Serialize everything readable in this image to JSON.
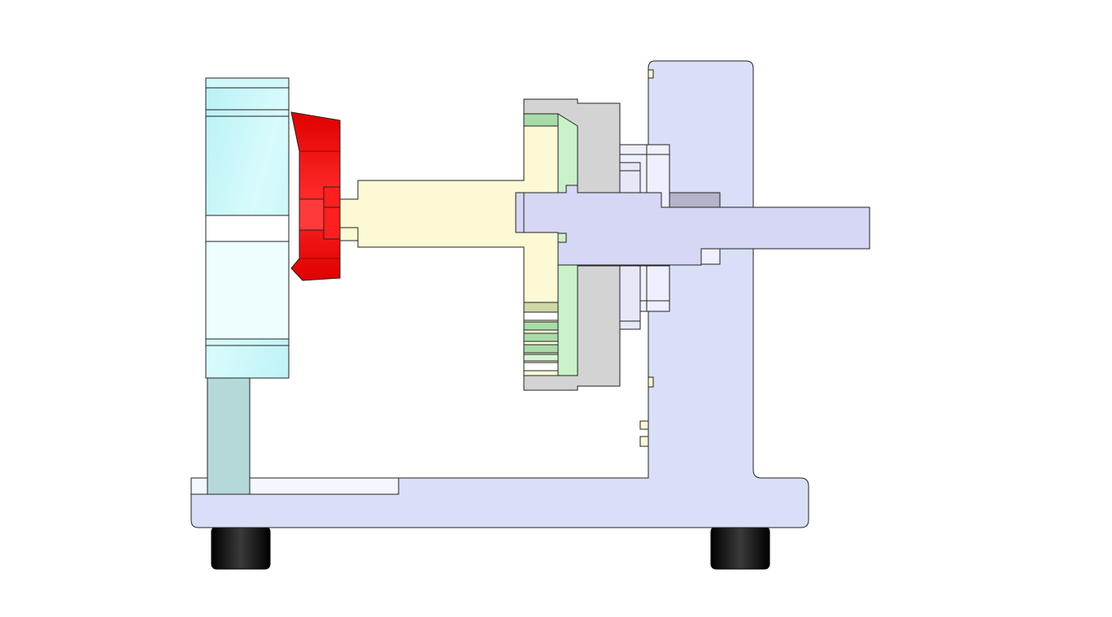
{
  "diagram": {
    "type": "cad-section-view",
    "background": "#ffffff",
    "colors": {
      "base": "#d9dff7",
      "column": "#d9dff7",
      "shaft": "#d6d6f5",
      "hub": "#fbfad4",
      "housing": "#d3d3d3",
      "handwheel": "#ff1a1a",
      "disk": "#c8f4f6",
      "post": "#b5d9d9",
      "feet": "#111111",
      "bearing": "#eef0ff",
      "seal": "#a9dba9",
      "outline": "#222222"
    },
    "components": [
      {
        "id": "base-plate",
        "icon": "base-plate-shape"
      },
      {
        "id": "vertical-column",
        "icon": "column-shape"
      },
      {
        "id": "main-shaft",
        "icon": "shaft-shape"
      },
      {
        "id": "hub",
        "icon": "hub-shape"
      },
      {
        "id": "housing",
        "icon": "housing-shape"
      },
      {
        "id": "bearing-block",
        "icon": "bearing-shape"
      },
      {
        "id": "handwheel",
        "icon": "handwheel-shape"
      },
      {
        "id": "disk",
        "icon": "disk-shape"
      },
      {
        "id": "support-post",
        "icon": "post-shape"
      },
      {
        "id": "foot-left",
        "icon": "foot-shape"
      },
      {
        "id": "foot-right",
        "icon": "foot-shape"
      }
    ]
  }
}
